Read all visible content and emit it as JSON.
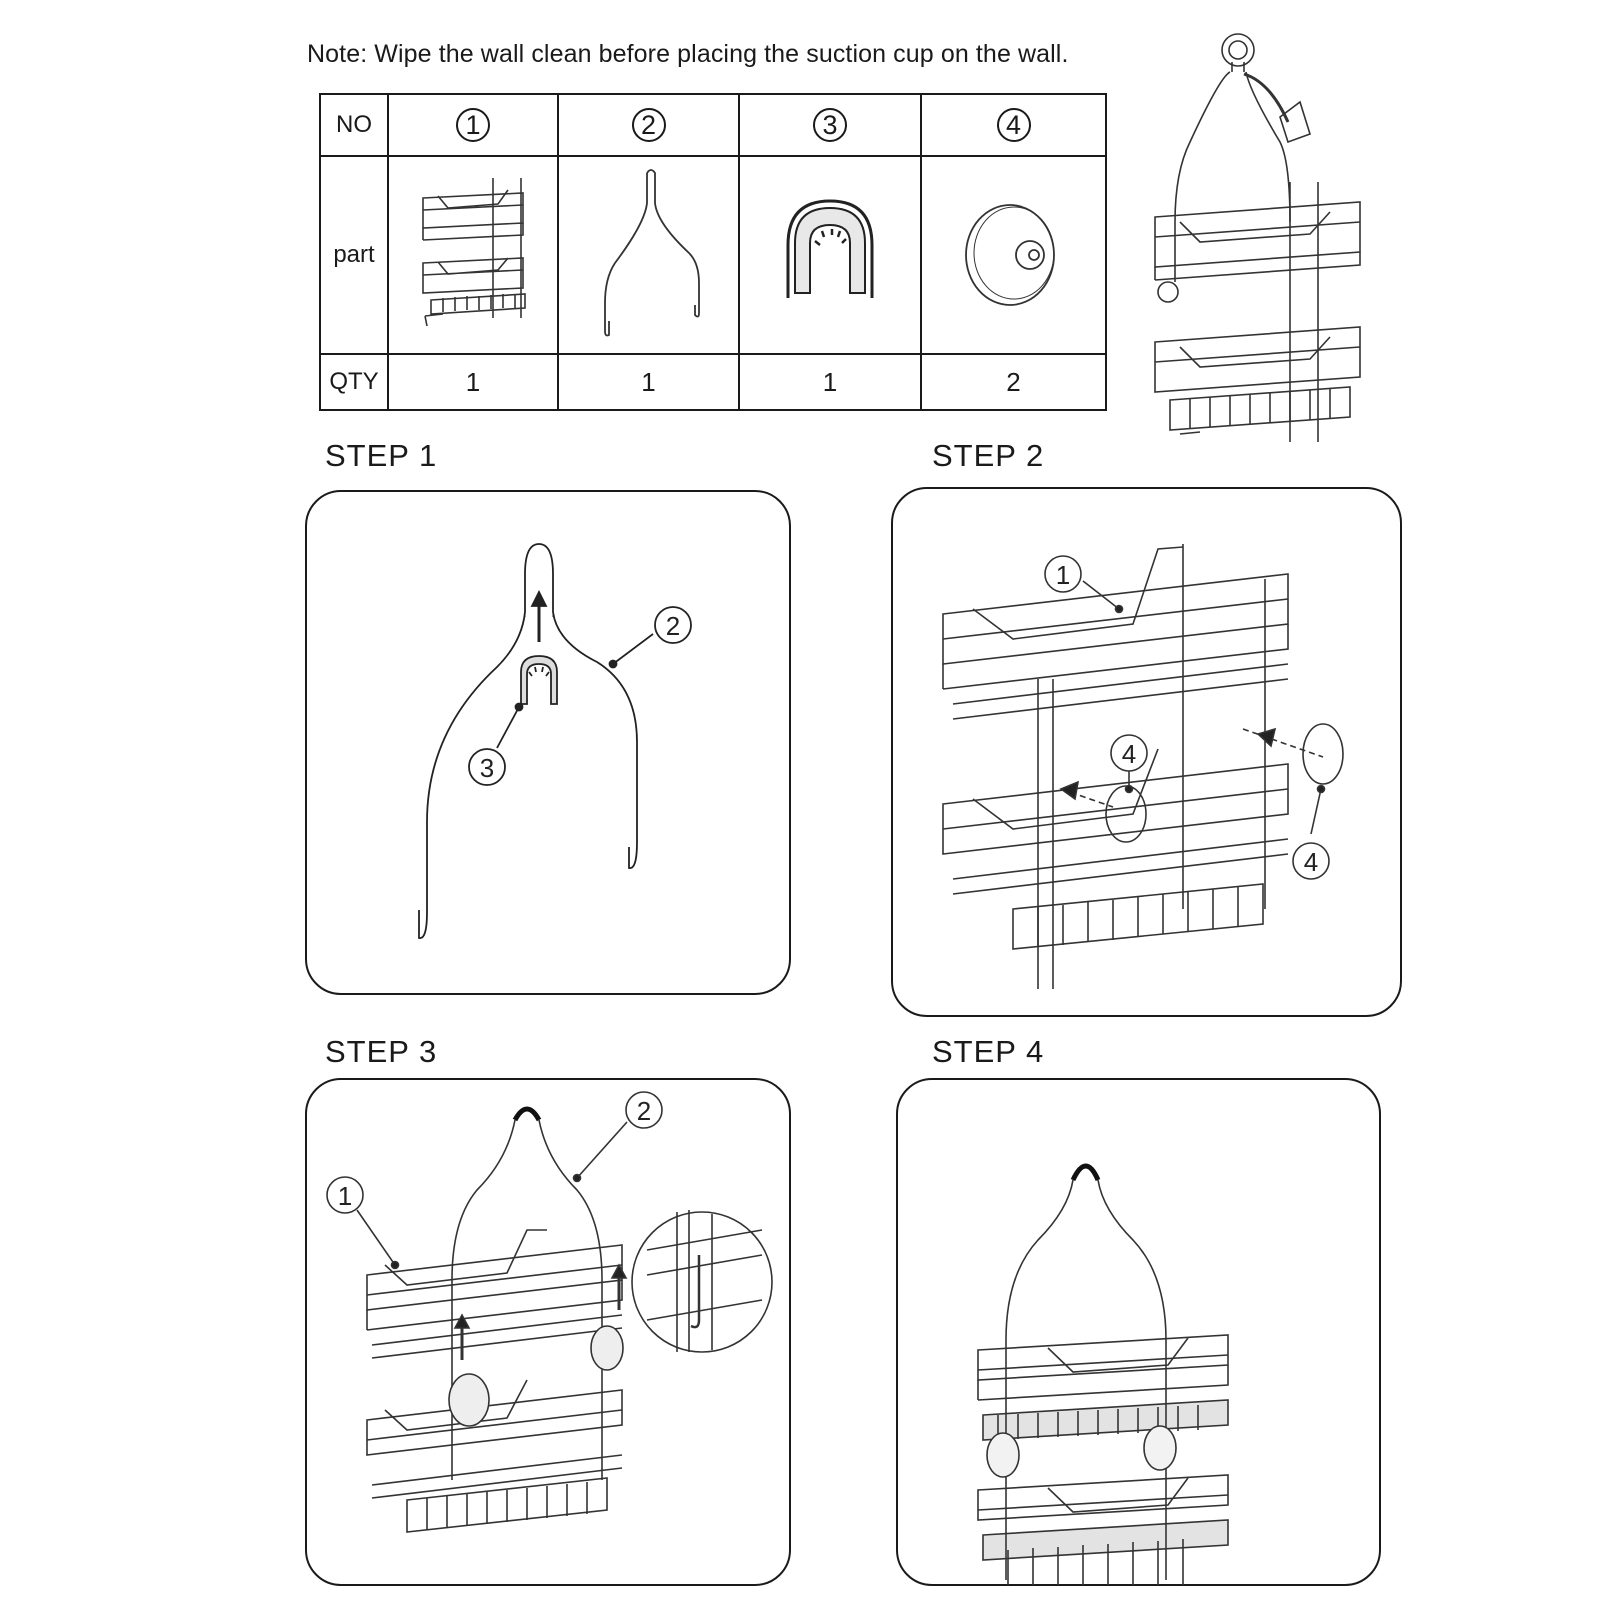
{
  "note": "Note: Wipe the wall clean before placing the suction cup on the wall.",
  "parts_table": {
    "row_labels": {
      "no": "NO",
      "part": "part",
      "qty": "QTY"
    },
    "columns": [
      {
        "no": "1",
        "qty": "1",
        "part_icon": "caddy-basket-icon"
      },
      {
        "no": "2",
        "qty": "1",
        "part_icon": "hanger-arm-icon"
      },
      {
        "no": "3",
        "qty": "1",
        "part_icon": "rubber-grip-icon"
      },
      {
        "no": "4",
        "qty": "2",
        "part_icon": "suction-cup-icon"
      }
    ]
  },
  "steps": [
    {
      "title": "STEP  1",
      "callouts": [
        "2",
        "3"
      ]
    },
    {
      "title": "STEP  2",
      "callouts": [
        "1",
        "4",
        "4"
      ]
    },
    {
      "title": "STEP  3",
      "callouts": [
        "2",
        "1"
      ]
    },
    {
      "title": "STEP  4",
      "callouts": []
    }
  ]
}
